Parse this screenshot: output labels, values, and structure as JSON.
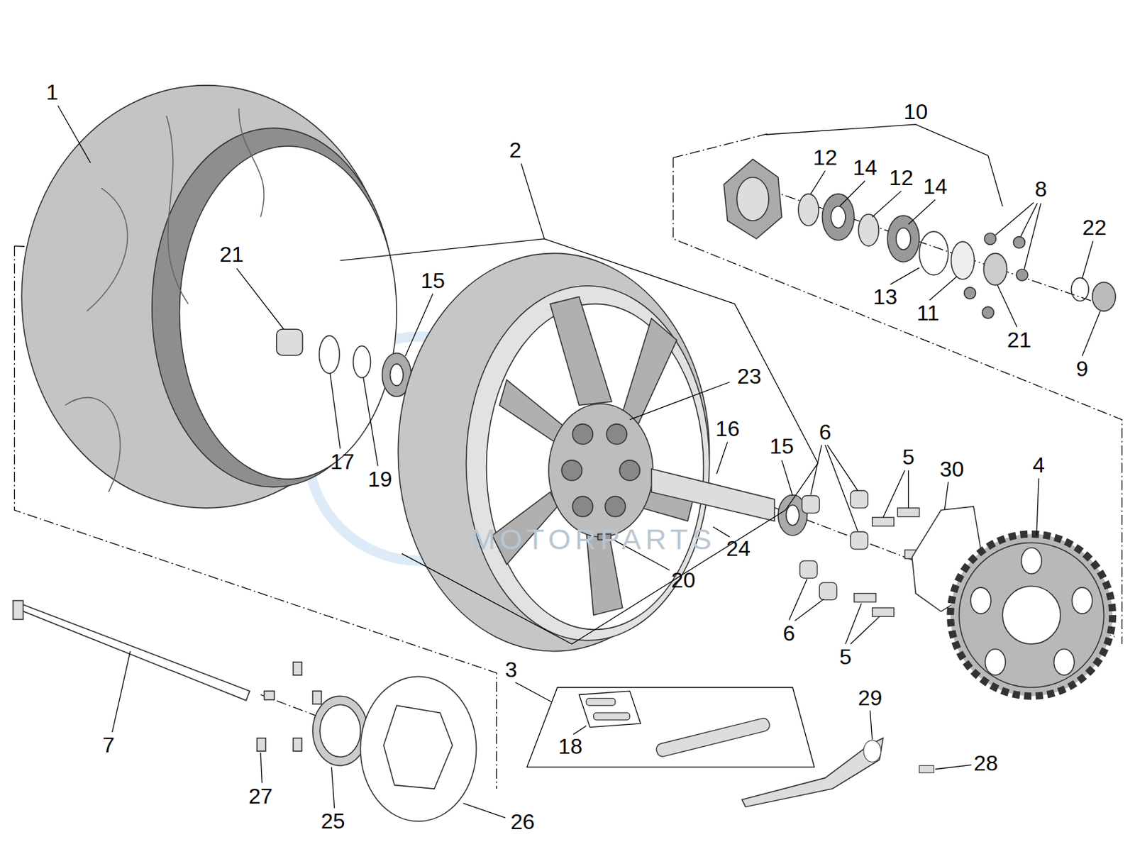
{
  "diagram": {
    "labels": [
      "1",
      "2",
      "10",
      "12",
      "14",
      "12",
      "14",
      "8",
      "22",
      "21",
      "15",
      "23",
      "16",
      "15",
      "6",
      "5",
      "30",
      "4",
      "13",
      "11",
      "21",
      "9",
      "17",
      "19",
      "24",
      "20",
      "6",
      "5",
      "7",
      "3",
      "29",
      "28",
      "18",
      "27",
      "25",
      "26",
      "MOTORPARTS"
    ]
  }
}
